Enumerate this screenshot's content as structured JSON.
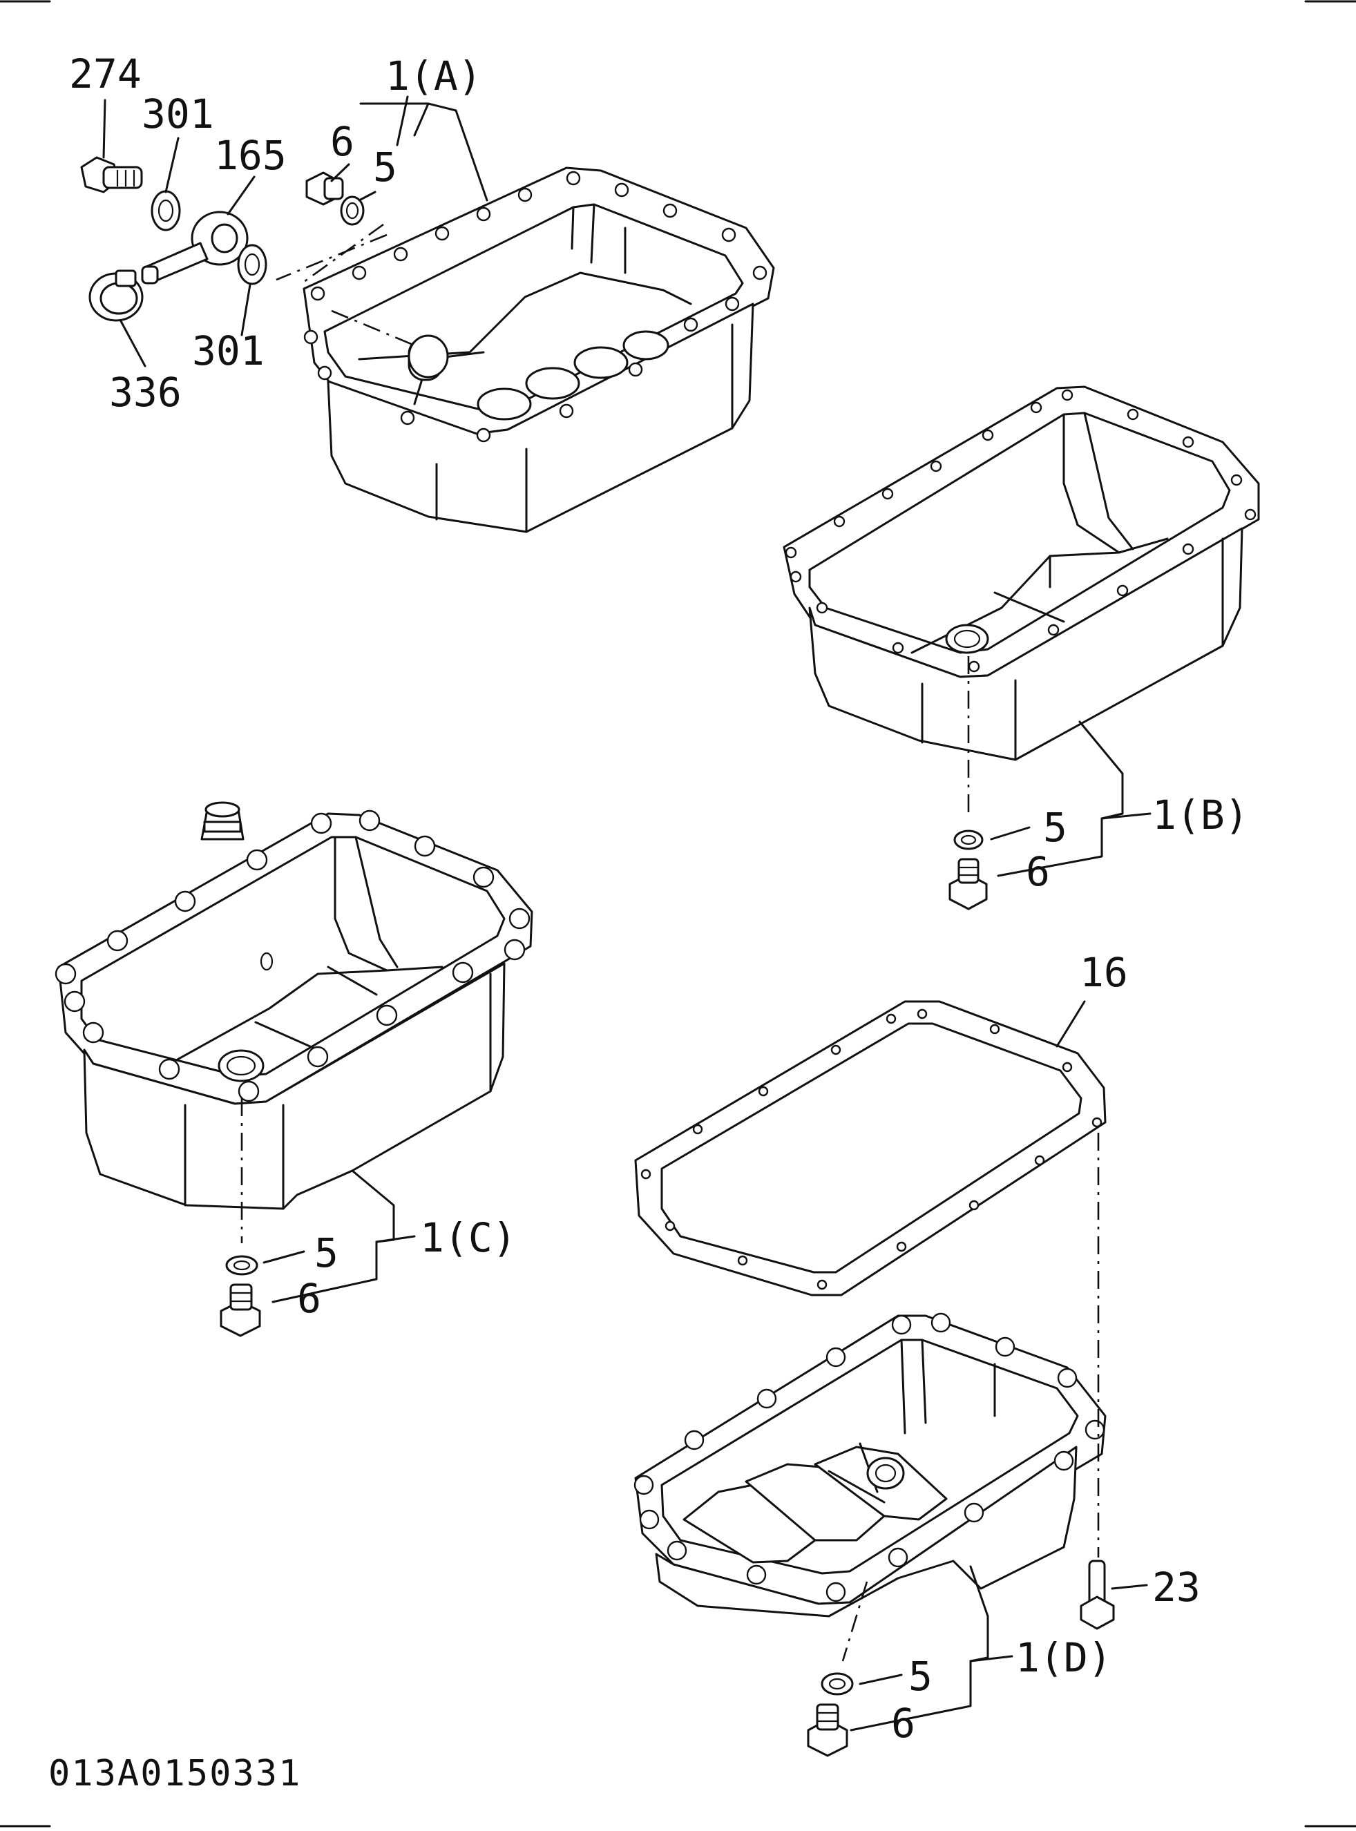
{
  "diagram": {
    "code": "013A0150331",
    "callouts": {
      "a_274": "274",
      "a_301_top": "301",
      "a_165": "165",
      "a_301_bottom": "301",
      "a_336": "336",
      "a_1A": "1(A)",
      "a_6": "6",
      "a_5": "5",
      "b_1B": "1(B)",
      "b_5": "5",
      "b_6": "6",
      "c_1C": "1(C)",
      "c_5": "5",
      "c_6": "6",
      "d_16": "16",
      "d_23": "23",
      "d_1D": "1(D)",
      "d_5": "5",
      "d_6": "6"
    }
  }
}
